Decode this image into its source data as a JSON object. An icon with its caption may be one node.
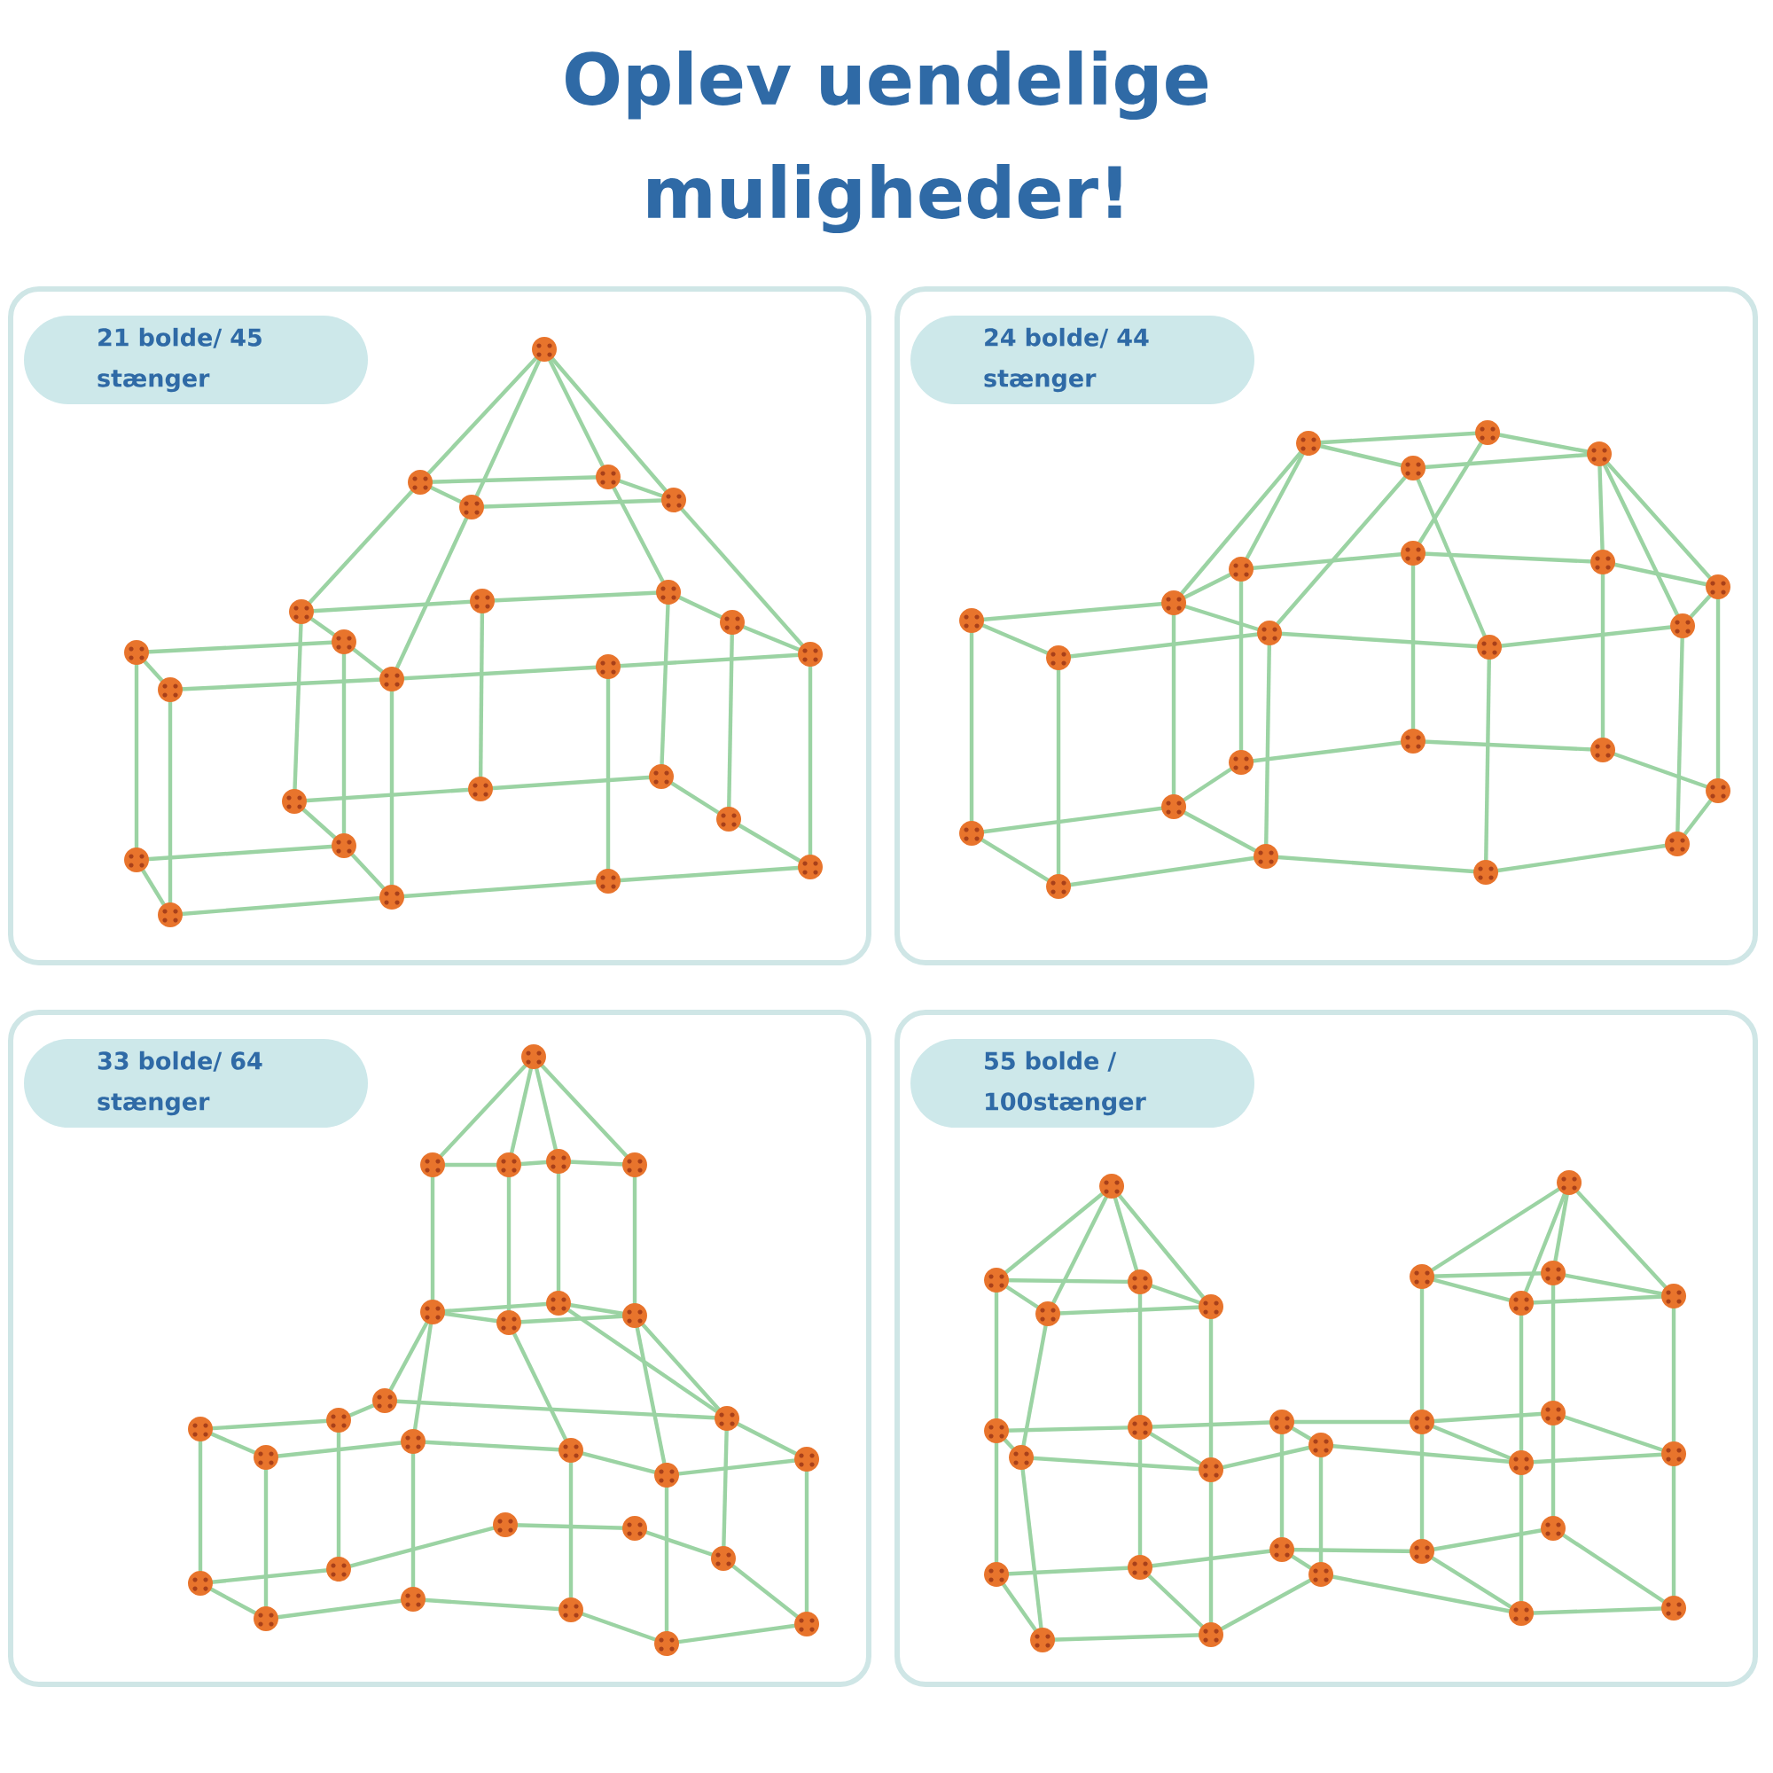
{
  "diagram": {
    "title": "Oplev uendelige muligheder!",
    "nodes": [
      {
        "text": [],
        "shape": "box"
      },
      {
        "text": [
          "21 bolde/ 45 stænger"
        ],
        "in": 0
      },
      {
        "text": [],
        "shape": "box"
      },
      {
        "text": [
          "24 bolde/ 44 stænger"
        ],
        "in": 2
      },
      {
        "text": [],
        "shape": "box"
      },
      {
        "text": [
          "33 bolde/ 64 stænger"
        ],
        "in": 4
      },
      {
        "text": [],
        "shape": "box"
      },
      {
        "text": [
          "55 bolde / 100stænger"
        ],
        "in": 6
      }
    ]
  }
}
